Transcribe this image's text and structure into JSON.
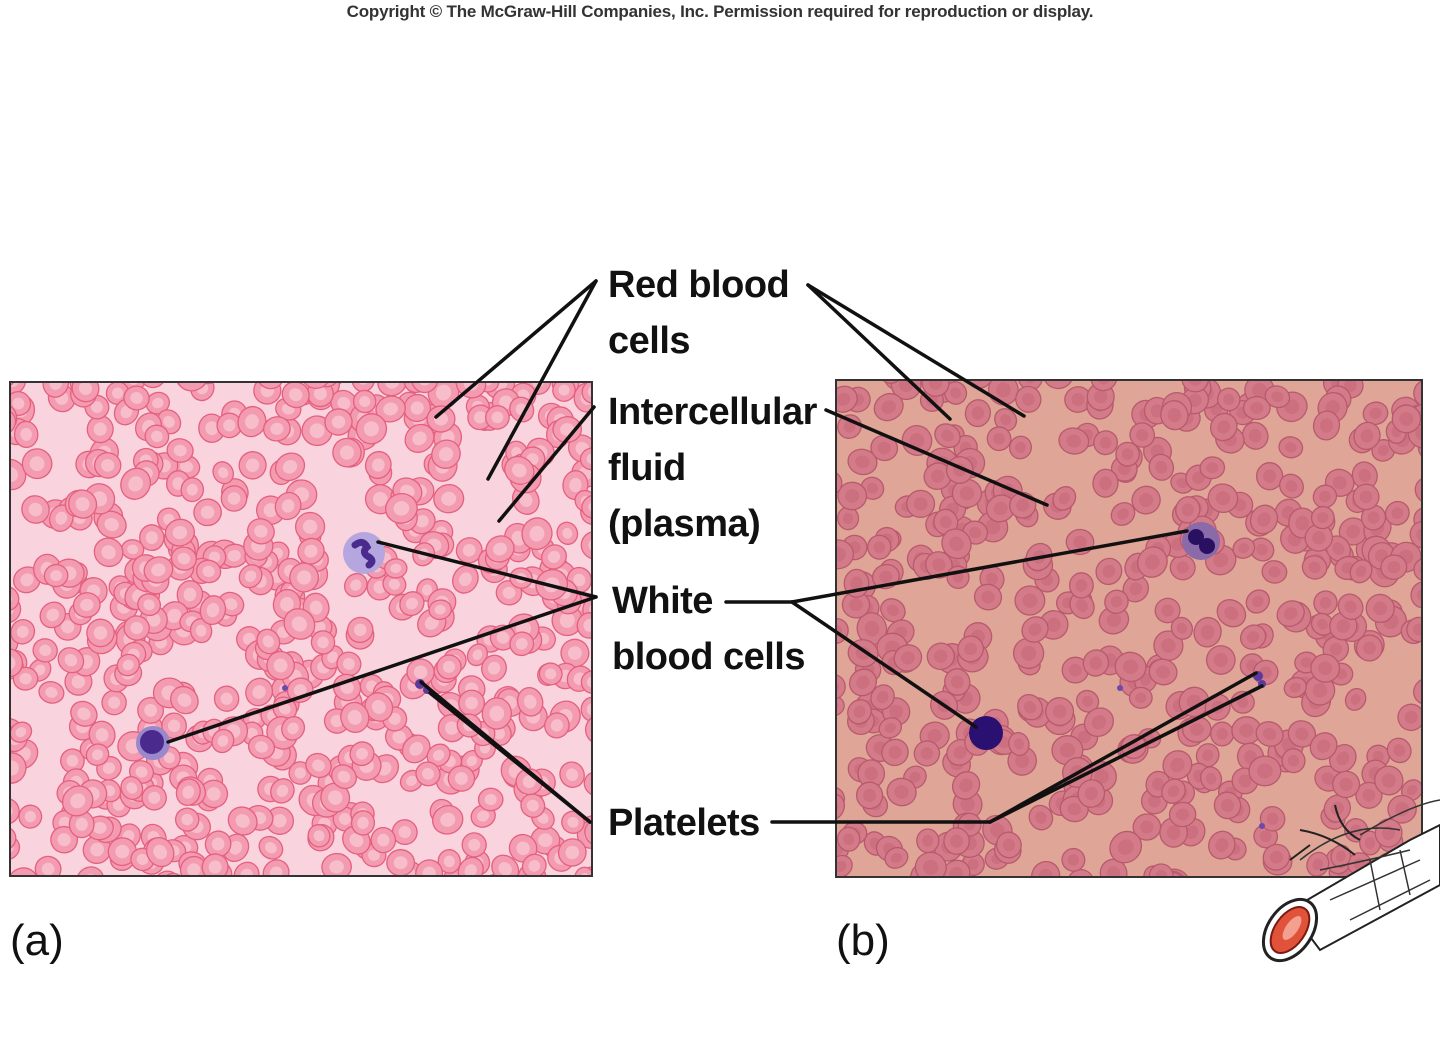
{
  "copyright": "Copyright © The McGraw-Hill Companies, Inc. Permission required for reproduction or display.",
  "labels": {
    "rbc_line1": "Red blood",
    "rbc_line2": "cells",
    "fluid_line1": "Intercellular",
    "fluid_line2": "fluid",
    "fluid_line3": "(plasma)",
    "wbc_line1": "White",
    "wbc_line2": "blood cells",
    "platelets": "Platelets"
  },
  "panels": {
    "a": {
      "letter": "(a)"
    },
    "b": {
      "letter": "(b)"
    }
  },
  "colors": {
    "panel_a_bg": "#f9d4de",
    "panel_a_cell": "#f39bb0",
    "panel_a_cell_edge": "#e5607f",
    "panel_b_bg": "#dfa596",
    "panel_b_cell": "#d47b8a",
    "panel_b_cell_edge": "#b85a6c",
    "wbc_nucleus": "#3a1a7a",
    "leader_line": "#111111"
  },
  "icons": {
    "blood_vessel": "blood-vessel-icon"
  }
}
